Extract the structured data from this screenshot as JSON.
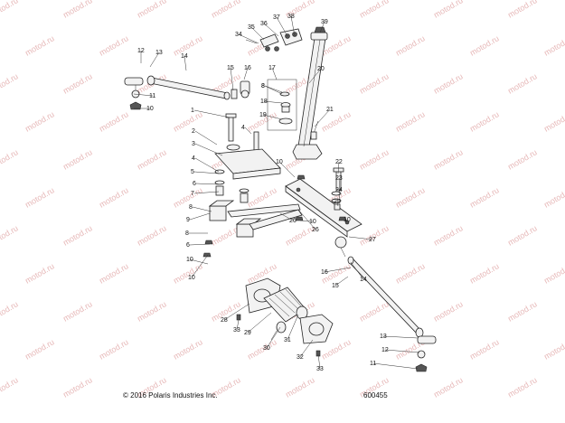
{
  "copyright": "© 2016 Polaris Industries Inc.",
  "diagram_id": "600455",
  "watermark_text": "motod.ru",
  "colors": {
    "watermark": "#e7b9b9",
    "line": "#222222",
    "background": "#ffffff"
  },
  "callouts": [
    "1",
    "2",
    "3",
    "4",
    "4",
    "5",
    "6",
    "7",
    "8",
    "8",
    "9",
    "8",
    "6",
    "10",
    "10",
    "10",
    "10",
    "10",
    "10",
    "11",
    "11",
    "12",
    "12",
    "13",
    "13",
    "14",
    "14",
    "15",
    "15",
    "16",
    "16",
    "17",
    "8",
    "18",
    "19",
    "20",
    "21",
    "22",
    "23",
    "24",
    "25",
    "26",
    "26",
    "27",
    "28",
    "29",
    "30",
    "31",
    "32",
    "33",
    "33",
    "34",
    "35",
    "36",
    "37",
    "38",
    "39"
  ]
}
